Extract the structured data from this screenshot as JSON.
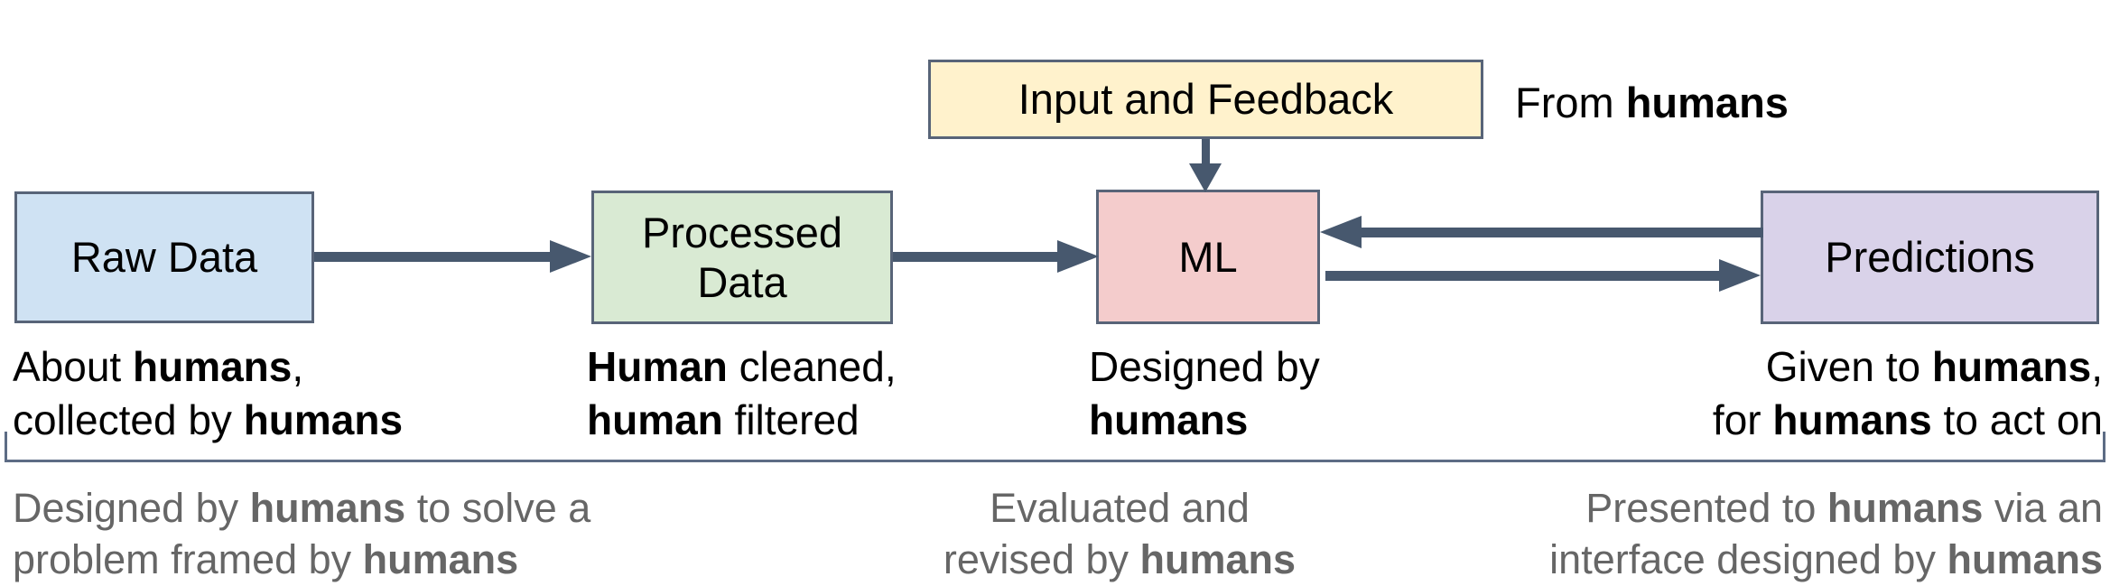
{
  "diagram": {
    "title_implicit": "ML pipeline with human involvement",
    "boxes": {
      "raw_data": {
        "label": "Raw Data",
        "fill": "#cfe2f3"
      },
      "processed_data": {
        "label": "Processed Data",
        "fill": "#d9ead3"
      },
      "ml": {
        "label": "ML",
        "fill": "#f4cccc"
      },
      "predictions": {
        "label": "Predictions",
        "fill": "#d9d2e9"
      },
      "input_feedback": {
        "label": "Input and Feedback",
        "fill": "#fff2cc"
      }
    },
    "from_humans": [
      {
        "t": "From ",
        "b": false
      },
      {
        "t": "humans",
        "b": true
      }
    ],
    "captions": {
      "raw_data": {
        "line1": [
          {
            "t": "About ",
            "b": false
          },
          {
            "t": "humans",
            "b": true
          },
          {
            "t": ",",
            "b": false
          }
        ],
        "line2": [
          {
            "t": "collected by ",
            "b": false
          },
          {
            "t": "humans",
            "b": true
          }
        ]
      },
      "processed_data": {
        "line1": [
          {
            "t": "Human",
            "b": true
          },
          {
            "t": " cleaned,",
            "b": false
          }
        ],
        "line2": [
          {
            "t": "human",
            "b": true
          },
          {
            "t": " filtered",
            "b": false
          }
        ]
      },
      "ml": {
        "line1": [
          {
            "t": "Designed by",
            "b": false
          }
        ],
        "line2": [
          {
            "t": "humans",
            "b": true
          }
        ]
      },
      "predictions": {
        "line1": [
          {
            "t": "Given to ",
            "b": false
          },
          {
            "t": "humans",
            "b": true
          },
          {
            "t": ",",
            "b": false
          }
        ],
        "line2": [
          {
            "t": "for ",
            "b": false
          },
          {
            "t": "humans",
            "b": true
          },
          {
            "t": " to act on",
            "b": false
          }
        ]
      }
    },
    "notes": {
      "design": {
        "line1": [
          {
            "t": "Designed by ",
            "b": false
          },
          {
            "t": "humans",
            "b": true
          },
          {
            "t": " to solve a",
            "b": false
          }
        ],
        "line2": [
          {
            "t": "problem framed by ",
            "b": false
          },
          {
            "t": "humans",
            "b": true
          }
        ]
      },
      "evaluate": {
        "line1": [
          {
            "t": "Evaluated and",
            "b": false
          }
        ],
        "line2": [
          {
            "t": "revised by ",
            "b": false
          },
          {
            "t": "humans",
            "b": true
          }
        ]
      },
      "present": {
        "line1": [
          {
            "t": "Presented to ",
            "b": false
          },
          {
            "t": "humans",
            "b": true
          },
          {
            "t": " via an",
            "b": false
          }
        ],
        "line2": [
          {
            "t": "interface designed by ",
            "b": false
          },
          {
            "t": "humans",
            "b": true
          }
        ]
      }
    },
    "arrows": [
      {
        "name": "raw-data-to-processed-data",
        "direction": "right"
      },
      {
        "name": "processed-data-to-ml",
        "direction": "right"
      },
      {
        "name": "input-feedback-to-ml",
        "direction": "down"
      },
      {
        "name": "predictions-to-ml",
        "direction": "left"
      },
      {
        "name": "ml-to-predictions",
        "direction": "right"
      }
    ],
    "colors": {
      "arrow": "#47586e",
      "box_border": "#586478",
      "bracket": "#5d6c85",
      "note_text": "#666666",
      "background": "#ffffff"
    }
  }
}
